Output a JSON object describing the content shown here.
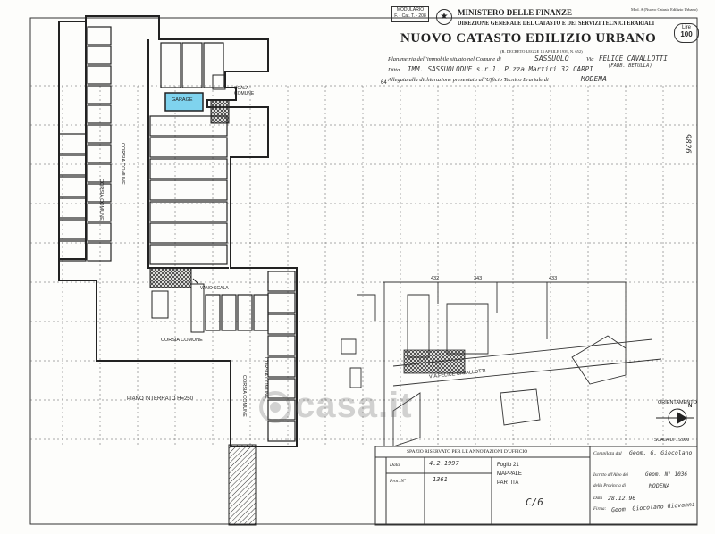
{
  "header": {
    "model_box_line1": "MODULARIO",
    "model_box_line2": "F. - Cat. T. - 208",
    "ministry": "MINISTERO DELLE FINANZE",
    "directorate_line1": "DIREZIONE GENERALE DEL CATASTO E DEI SERVIZI TECNICI ERARIALI",
    "title": "NUOVO CATASTO EDILIZIO URBANO",
    "decree": "(R. DECRETO LEGGE 13 APRILE 1939, N. 652)",
    "model_note": "Mod. A (Nuovo Catasto Edilizio Urbano)",
    "stamp_currency": "Lire",
    "stamp_value": "100"
  },
  "form": {
    "plan_label": "Planimetria dell'immobile situato nel Comune di",
    "comune": "SASSUOLO",
    "via_label": "Via",
    "via": "FELICE CAVALLOTTI",
    "via_note": "(FABB. BETULLA)",
    "ditta_label": "Ditta",
    "ditta": "IMM. SASSUOLODUE s.r.l. P.zza Martiri 32 CARPI",
    "allegata_label": "Allegata alla dichiarazione presentata all'Ufficio Tecnico Erariale di",
    "ufficio": "MODENA",
    "margin_no": "64"
  },
  "plan": {
    "box_label": "GARAGE",
    "scala_comune": "SCALA COMUNE",
    "vano_scala": "VANO SCALA",
    "corsia_comune": "CORSIA COMUNE",
    "piano_label": "PIANO INTERRATO H=250",
    "side_number": "9826"
  },
  "siteplan": {
    "parcels": [
      "432",
      "343",
      "433"
    ],
    "street": "VIA FELICE CAVALLOTTI"
  },
  "compass": {
    "title": "ORIENTAMENTO",
    "north": "N",
    "scale": "SCALA DI 1:2000"
  },
  "office_box": {
    "title": "SPAZIO RISERVATO PER LE ANNOTAZIONI D'UFFICIO",
    "data_label": "Data",
    "data_value": "4.2.1997",
    "prot_label": "Prot. N°",
    "prot_value": "1361",
    "foglio": "Foglio 21",
    "mappale": "MAPPALE",
    "partita": "PARTITA",
    "category": "C/6"
  },
  "compiler": {
    "label": "Compilata dal",
    "name": "Geom. G. Giocolano",
    "iscritto_label": "Iscritto all'Albo dei",
    "iscritto_value": "Geom. N° 1036",
    "provincia_label": "della Provincia di",
    "provincia": "MODENA",
    "data_label": "Data",
    "data_value": "28.12.96",
    "firma_label": "Firma:",
    "firma_value": "Geom. Giocolano Giovanni"
  },
  "watermark": "casa.it",
  "colors": {
    "ink": "#2a2a2a",
    "highlight": "#7fd3ee",
    "paper": "#fdfdfb",
    "grid": "#444444"
  }
}
